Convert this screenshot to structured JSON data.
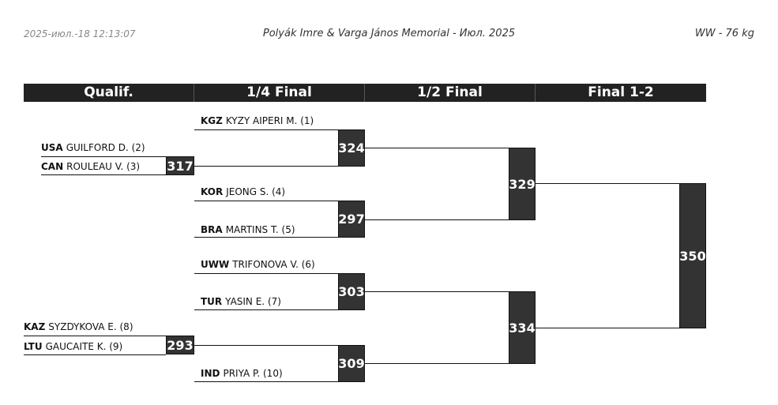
{
  "header": {
    "date": "2025-июл.-18 12:13:07",
    "title": "Polyák Imre & Varga János Memorial - Июл. 2025",
    "weight": "WW - 76 kg"
  },
  "rounds": [
    "Qualif.",
    "1/4 Final",
    "1/2 Final",
    "Final 1-2"
  ],
  "entries": [
    {
      "nat": "USA",
      "name": "GUILFORD D. (2)"
    },
    {
      "nat": "CAN",
      "name": "ROULEAU V. (3)"
    },
    {
      "nat": "KAZ",
      "name": "SYZDYKOVA E. (8)"
    },
    {
      "nat": "LTU",
      "name": "GAUCAITE K. (9)"
    },
    {
      "nat": "KGZ",
      "name": "KYZY AIPERI M. (1)"
    },
    {
      "nat": "KOR",
      "name": "JEONG S. (4)"
    },
    {
      "nat": "BRA",
      "name": "MARTINS T. (5)"
    },
    {
      "nat": "UWW",
      "name": "TRIFONOVA V. (6)"
    },
    {
      "nat": "TUR",
      "name": "YASIN E. (7)"
    },
    {
      "nat": "IND",
      "name": "PRIYA P. (10)"
    }
  ],
  "bouts": [
    "317",
    "293",
    "324",
    "297",
    "303",
    "309",
    "329",
    "334",
    "350"
  ],
  "colors": {
    "header_bg": "#222222",
    "box_bg": "#333333",
    "text": "#111111"
  }
}
